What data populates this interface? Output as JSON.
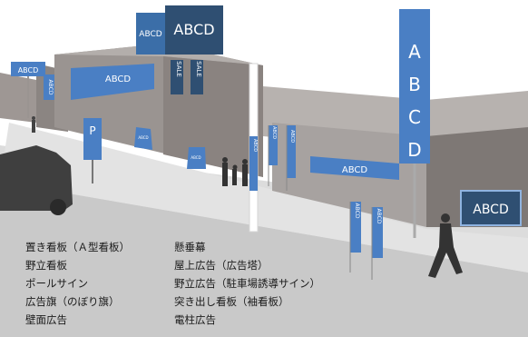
{
  "signs": {
    "billboard_top": "ABCD",
    "rooftop_side": "ABCD",
    "rooftop_front": "ABCD",
    "pole_left": "ABCD",
    "wall_banner_left": "ABCD",
    "pole_vertical_left": "ABCD",
    "sale_1": "SALE",
    "sale_2": "SALE",
    "parking": "P",
    "stand_sign_1": "ABCD",
    "stand_sign_2": "ABCD",
    "flag_1": "ABCD",
    "flag_2": "ABCD",
    "flag_3": "ABCD",
    "wall_banner_right": "ABCD",
    "tall_pole_letters": [
      "A",
      "B",
      "C",
      "D"
    ],
    "flag_4": "ABCD",
    "flag_5": "ABCD",
    "projecting_sign": "ABCD"
  },
  "legend": {
    "col1": [
      "置き看板（Ａ型看板）",
      "野立看板",
      "ポールサイン",
      "広告旗（のぼり旗）",
      "壁面広告"
    ],
    "col2": [
      "懸垂幕",
      "屋上広告（広告塔）",
      "野立広告（駐車場誘導サイン）",
      "突き出し看板（袖看板）",
      "電柱広告"
    ]
  },
  "colors": {
    "sign_blue": "#4a7fc4",
    "rooftop_navy": "#2f4f72",
    "building_dark": "#8c8683",
    "building_mid": "#a29d9a",
    "street": "#c8c8c8"
  }
}
